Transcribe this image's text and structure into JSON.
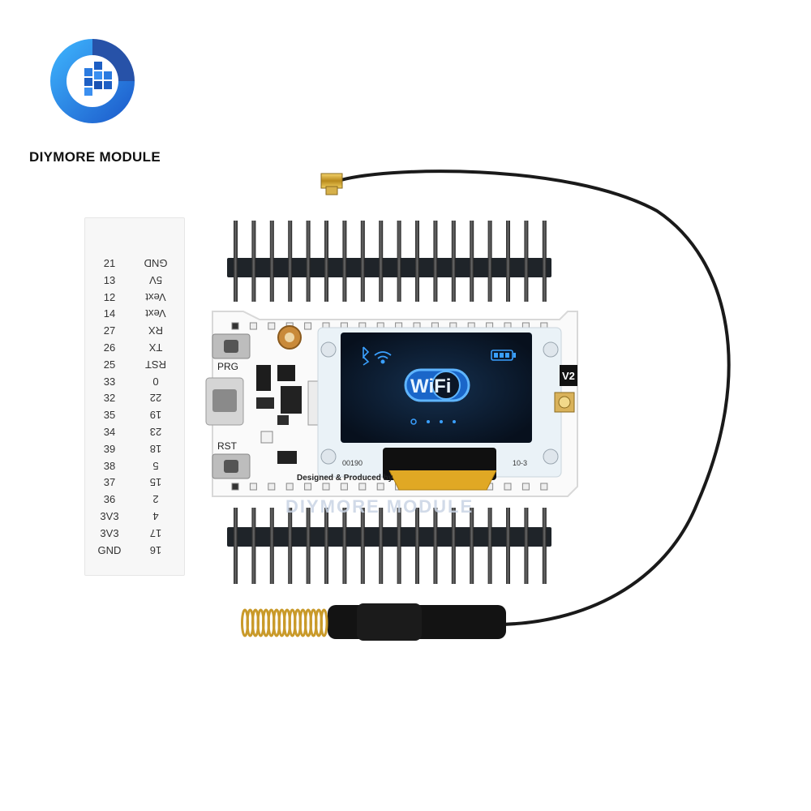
{
  "brand": {
    "name": "DIYMORE MODULE",
    "logo_icon": "diymore-logo-icon",
    "accent": "#1e6fd6"
  },
  "watermark": "DIYMORE MODULE",
  "pin_card": {
    "rows": [
      {
        "left": "21",
        "right": "GND"
      },
      {
        "left": "13",
        "right": "5V"
      },
      {
        "left": "12",
        "right": "Vext"
      },
      {
        "left": "14",
        "right": "Vext"
      },
      {
        "left": "27",
        "right": "RX"
      },
      {
        "left": "26",
        "right": "TX"
      },
      {
        "left": "25",
        "right": "RST"
      },
      {
        "left": "33",
        "right": "0"
      },
      {
        "left": "32",
        "right": "22"
      },
      {
        "left": "35",
        "right": "19"
      },
      {
        "left": "34",
        "right": "23"
      },
      {
        "left": "39",
        "right": "18"
      },
      {
        "left": "38",
        "right": "5"
      },
      {
        "left": "37",
        "right": "15"
      },
      {
        "left": "36",
        "right": "2"
      },
      {
        "left": "3V3",
        "right": "4"
      },
      {
        "left": "3V3",
        "right": "17"
      },
      {
        "left": "GND",
        "right": "16"
      }
    ]
  },
  "board": {
    "buttons": {
      "prg": "PRG",
      "rst": "RST"
    },
    "silkscreen": "Designed & Produced by",
    "chip_code_left": "00190",
    "chip_code_right": "10-3",
    "version": "V2",
    "oled": {
      "wifi_logo": "WiFi",
      "icons": [
        "bluetooth-icon",
        "wifi-signal-icon",
        "battery-icon"
      ],
      "screen_color": "#0b1626",
      "glow_color": "#3aa0ff"
    }
  }
}
